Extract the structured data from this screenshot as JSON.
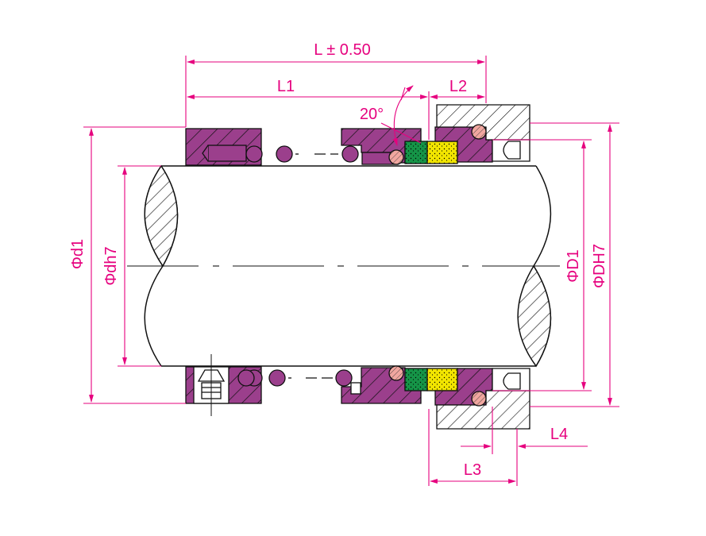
{
  "colors": {
    "dimension": "#e6007e",
    "part_purple": "#9b3f8c",
    "seal_face_green": "#159447",
    "seal_face_yellow": "#f2e500",
    "oring_pink": "#f1a7a0",
    "outline": "#111111"
  },
  "labels": {
    "overall_length": "L ± 0.50",
    "l1": "L1",
    "l2": "L2",
    "l3": "L3",
    "l4": "L4",
    "angle": "20°",
    "d1": "Φd1",
    "dh7": "Φdh7",
    "D1": "ΦD1",
    "DH7": "ΦDH7"
  }
}
